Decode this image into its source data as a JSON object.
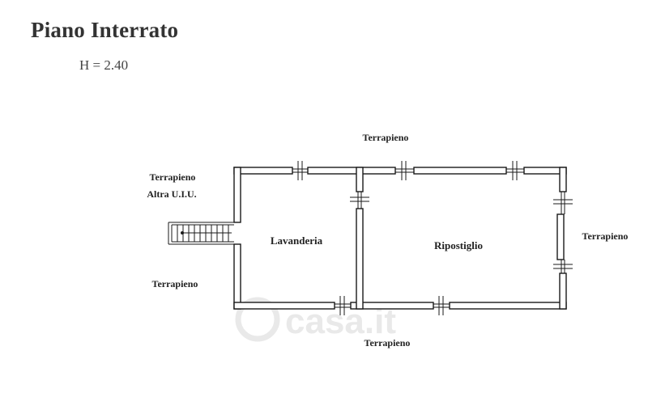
{
  "plan": {
    "title": "Piano Interrato",
    "height_note": "H = 2.40",
    "rooms": {
      "left": "Lavanderia",
      "right": "Ripostiglio"
    },
    "surroundings": {
      "top": "Terrapieno",
      "upper_left": "Terrapieno",
      "upper_left_sub": "Altra U.I.U.",
      "lower_left": "Terrapieno",
      "right": "Terrapieno",
      "bottom": "Terrapieno"
    }
  },
  "watermark": {
    "text": "casa.it",
    "color": "#e9e9e9"
  },
  "colors": {
    "lines": "#1a1a1a",
    "background": "#ffffff"
  }
}
